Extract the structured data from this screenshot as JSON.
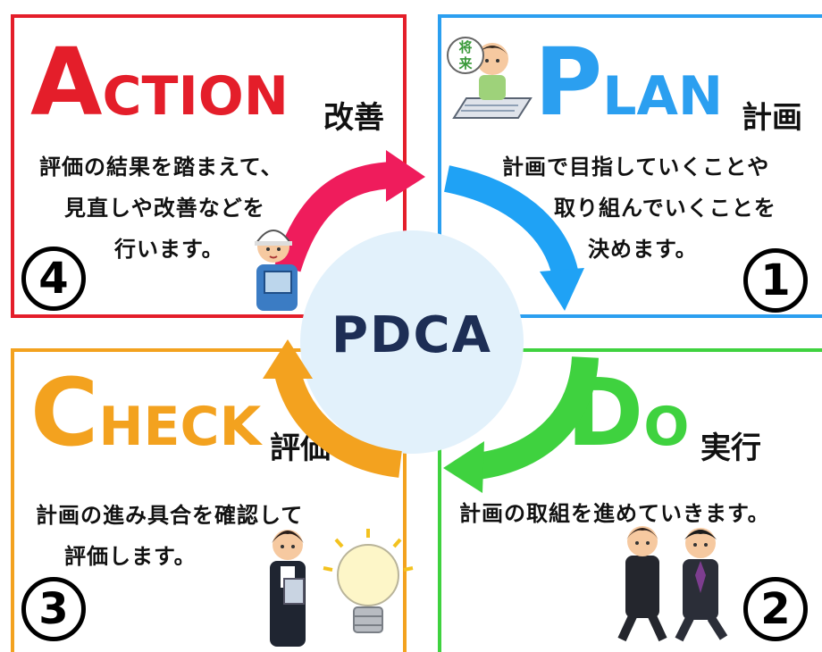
{
  "center": {
    "label": "PDCA"
  },
  "action": {
    "initial": "A",
    "rest": "CTION",
    "jp_title": "改善",
    "desc": [
      "評価の結果を踏まえて、",
      "見直しや改善などを",
      "行います。"
    ],
    "number": "4",
    "color": "#e41e2a",
    "arrow_color": "#ef1c5c"
  },
  "plan": {
    "initial": "P",
    "rest": "LAN",
    "jp_title": "計画",
    "desc": [
      "計画で目指していくことや",
      "取り組んでいくことを",
      "決めます。"
    ],
    "number": "1",
    "color": "#2b9ff0",
    "arrow_color": "#1fa2f5",
    "sign_text": [
      "将",
      "来"
    ]
  },
  "do": {
    "initial": "D",
    "rest": "O",
    "jp_title": "実行",
    "desc": [
      "計画の取組を進めていきます。"
    ],
    "number": "2",
    "color": "#3fd23f",
    "arrow_color": "#3fd23f"
  },
  "check": {
    "initial": "C",
    "rest": "HECK",
    "jp_title": "評価",
    "desc": [
      "計画の進み具合を確認して",
      "評価します。"
    ],
    "number": "3",
    "color": "#f3a21f",
    "arrow_color": "#f3a21f"
  }
}
